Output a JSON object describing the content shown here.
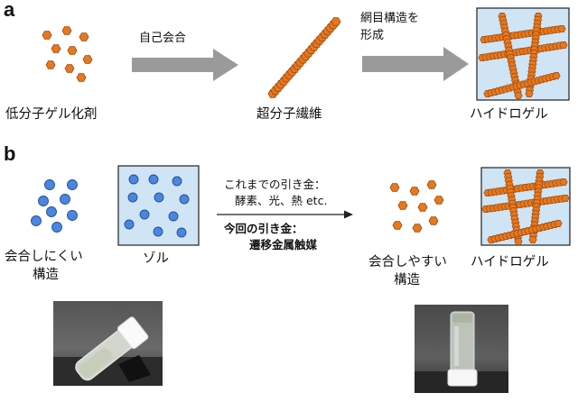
{
  "panel_a": {
    "letter": "a",
    "labels": {
      "low_mw_gelator": "低分子ゲル化剤",
      "self_assembly": "自己会合",
      "supramolecular_fiber": "超分子繊維",
      "network_line1": "網目構造を",
      "network_line2": "形成",
      "hydrogel": "ハイドロゲル"
    }
  },
  "panel_b": {
    "letter": "b",
    "labels": {
      "hard_assemble_line1": "会合しにくい",
      "hard_assemble_line2": "構造",
      "sol": "ゾル",
      "previous_trigger_line1": "これまでの引き金：",
      "previous_trigger_line2": "酵素、光、熱 etc.",
      "new_trigger_line1": "今回の引き金：",
      "new_trigger_line2": "遷移金属触媒",
      "easy_assemble_line1": "会合しやすい",
      "easy_assemble_line2": "構造",
      "hydrogel": "ハイドロゲル"
    }
  },
  "colors": {
    "hexagon_fill": "#e8781e",
    "hexagon_stroke": "#9a4a10",
    "circle_fill": "#4a86e0",
    "circle_stroke": "#23508f",
    "gel_background": "#cfe4f5",
    "arrow_gray": "#9a9a9a"
  }
}
